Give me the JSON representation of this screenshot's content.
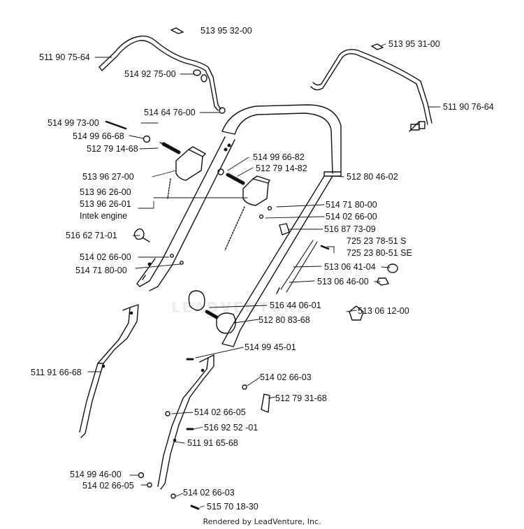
{
  "labels": {
    "p1": "513 95 32-00",
    "p2": "511 90 75-64",
    "p3": "514 92 75-00",
    "p4": "514 64 76-00",
    "p5": "513 95 31-00",
    "p6": "511 90 76-64",
    "p7": "514 99 73-00",
    "p8": "514 99 66-68",
    "p9": "512 79 14-68",
    "p10": "514 99 66-82",
    "p11": "512 79 14-82",
    "p12": "512 80 46-02",
    "p13": "513 96 27-00",
    "p14": "513 96 26-00",
    "p15": "513 96 26-01",
    "p16": "Intek engine",
    "p17": "514 71 80-00",
    "p18": "514 02 66-00",
    "p19": "516 87 73-09",
    "p20": "516 62 71-01",
    "p21": "725 23 78-51 S",
    "p22": "725 23 80-51 SE",
    "p23": "514 02 66-00",
    "p24": "514 71 80-00",
    "p25": "513 06 41-04",
    "p26": "513 06 46-00",
    "p27": "516 44 06-01",
    "p28": "512 80 83-68",
    "p29": "513 06 12-00",
    "p30": "514 99 45-01",
    "p31": "511 91 66-68",
    "p32": "514 02 66-03",
    "p33": "512 79 31-68",
    "p34": "514 02 66-05",
    "p35": "516 92 52 -01",
    "p36": "511 91 65-68",
    "p37": "514 99 46-00",
    "p38": "514 02 66-05",
    "p39": "514 02 66-03",
    "p40": "515 70 18-30"
  },
  "watermark": "LEADVENTURE",
  "footer": "Rendered by LeadVenture, Inc."
}
